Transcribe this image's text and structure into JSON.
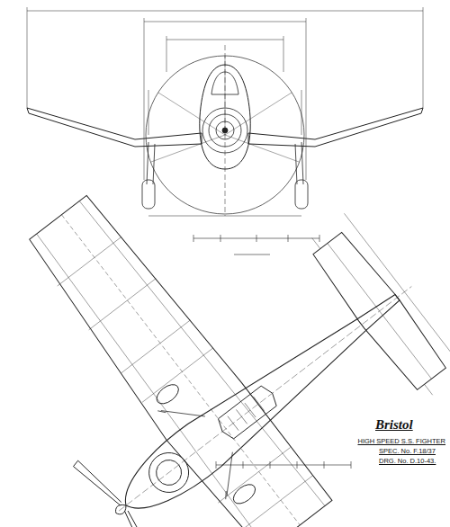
{
  "diagram": {
    "labels": [
      "Bristol",
      "HIGH SPEED S.S. FIGHTER",
      "SPEC. No. F.18/37",
      "DRG. No. D.10-43."
    ]
  }
}
